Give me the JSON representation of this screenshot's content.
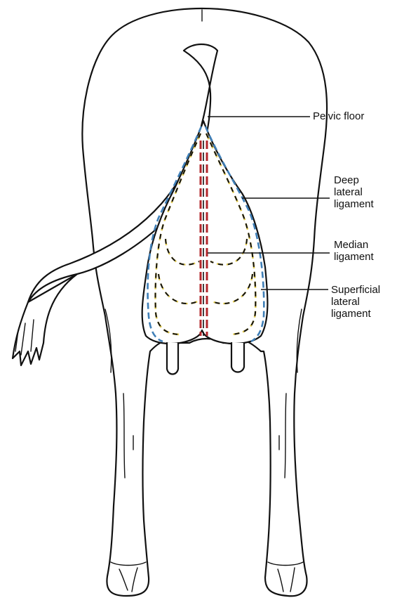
{
  "labels": {
    "pelvic_floor": "Pelvic floor",
    "deep_lateral": [
      "Deep",
      "lateral",
      "ligament"
    ],
    "median": [
      "Median",
      "ligament"
    ],
    "superficial_lateral": [
      "Superficial",
      "lateral",
      "ligament"
    ]
  },
  "colors": {
    "median_ligament": "#b3262b",
    "deep_lateral_ligament": "#e0c84a",
    "superficial_lateral_ligament": "#3f7fb7",
    "outline": "#111111"
  }
}
